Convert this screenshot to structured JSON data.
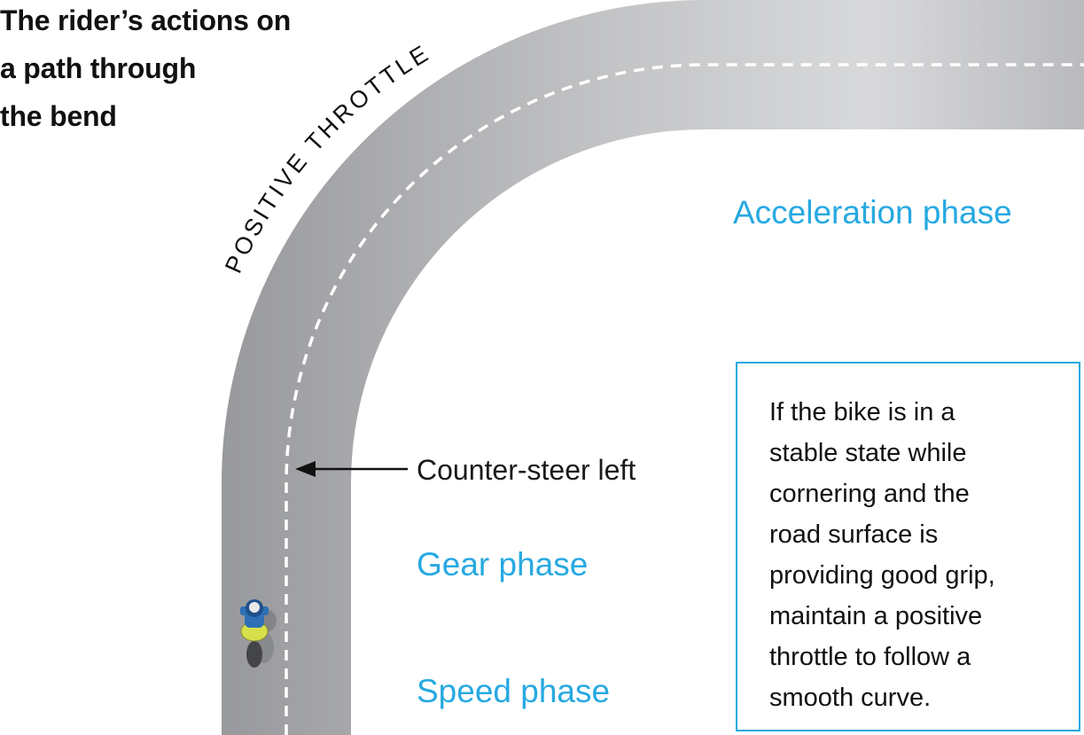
{
  "title": {
    "lines": [
      "The rider’s actions on",
      "a path through",
      "the bend"
    ]
  },
  "road_label": "POSITIVE THROTTLE",
  "phases": {
    "acceleration": "Acceleration phase",
    "gear": "Gear phase",
    "speed": "Speed phase"
  },
  "counter_steer_label": "Counter-steer left",
  "info_box": {
    "lines": [
      "If the bike is in a",
      "stable state while",
      "cornering and the",
      "road surface is",
      "providing good grip,",
      "maintain a positive",
      "throttle to follow a",
      "smooth curve."
    ]
  },
  "icons": {
    "rider": "motorcycle-rider-top-view-icon",
    "arrow": "arrow-left-icon"
  },
  "colors": {
    "phase_text": "#27a9e1",
    "box_border": "#27a9e1",
    "road_dark": "#9a9b9e",
    "road_light": "#d6d7d9",
    "center_line": "#ffffff",
    "rider_blue": "#2e6fb5",
    "rider_yellow": "#d7e04a"
  }
}
